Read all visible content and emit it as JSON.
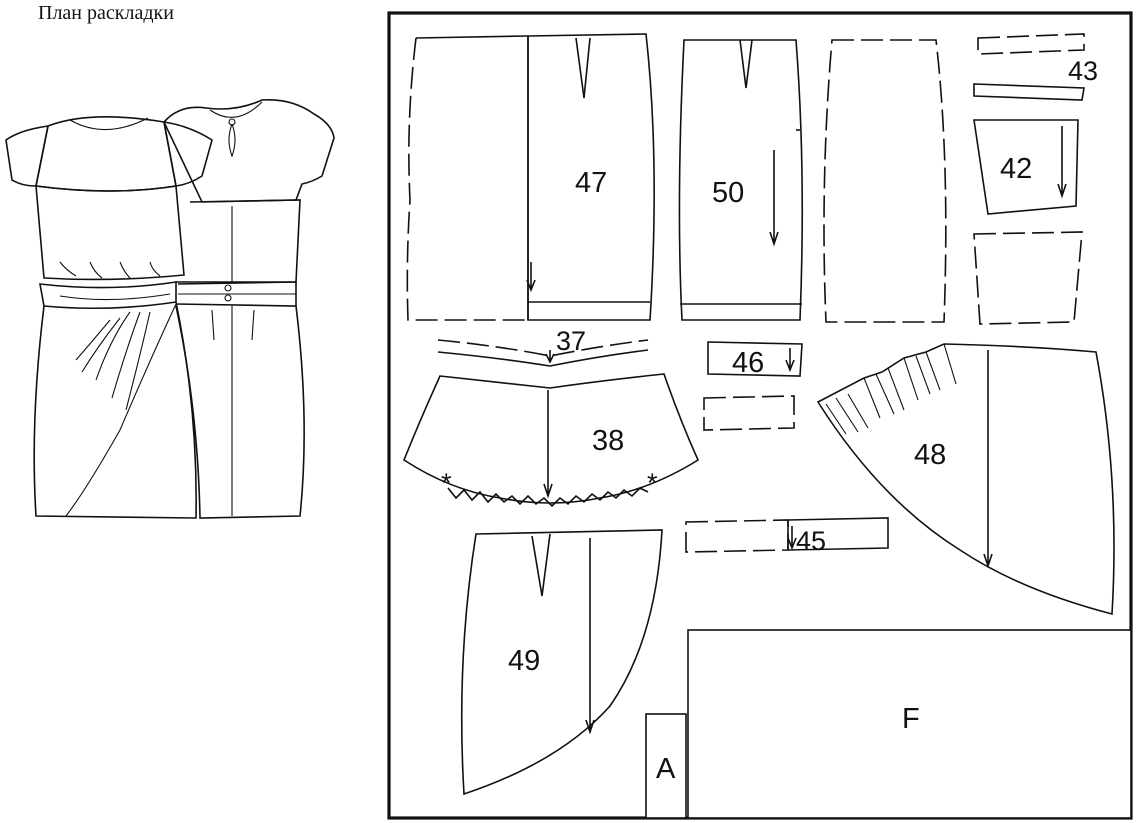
{
  "caption": "План раскладки",
  "pieces": [
    {
      "id": "p47",
      "label": "47"
    },
    {
      "id": "p50",
      "label": "50"
    },
    {
      "id": "p43",
      "label": "43"
    },
    {
      "id": "p42",
      "label": "42"
    },
    {
      "id": "p37",
      "label": "37"
    },
    {
      "id": "p46",
      "label": "46"
    },
    {
      "id": "p38",
      "label": "38"
    },
    {
      "id": "p48",
      "label": "48"
    },
    {
      "id": "p45",
      "label": "45"
    },
    {
      "id": "p49",
      "label": "49"
    },
    {
      "id": "pA",
      "label": "A"
    },
    {
      "id": "pF",
      "label": "F"
    }
  ]
}
